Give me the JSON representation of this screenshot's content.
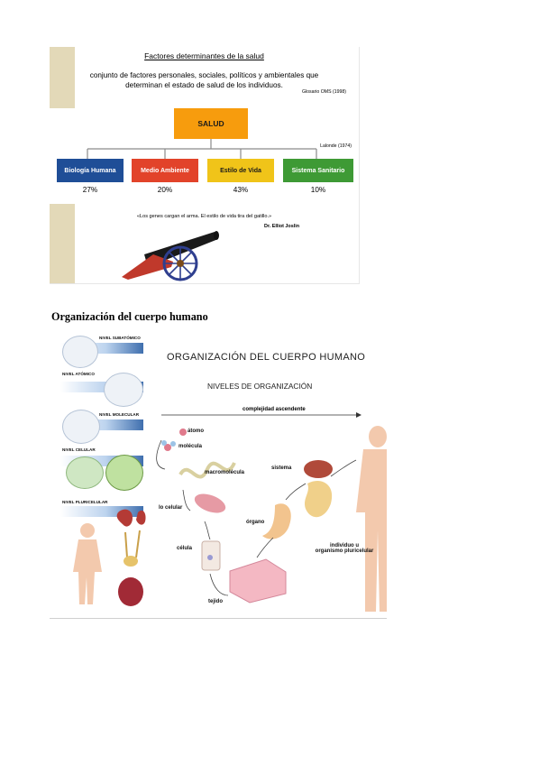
{
  "slide1": {
    "title": "Factores determinantes de la salud",
    "definition_line1": "conjunto de factores personales, sociales, políticos y ambientales que",
    "definition_line2": "determinan el estado de salud de los individuos.",
    "source": "Glosario OMS (1998)",
    "center": "SALUD",
    "model_source": "Lalonde (1974)",
    "categories": [
      {
        "label": "Biología Humana",
        "percent": "27%",
        "color": "#1f4e97"
      },
      {
        "label": "Medio Ambiente",
        "percent": "20%",
        "color": "#e2432a"
      },
      {
        "label": "Estilo de Vida",
        "percent": "43%",
        "color": "#f0c419"
      },
      {
        "label": "Sistema Sanitario",
        "percent": "10%",
        "color": "#3e9a35"
      }
    ],
    "quote": "«Los genes cargan el arma. El estilo de vida tira del gatillo.»",
    "quote_author": "Dr. Elliot Joslin",
    "colors": {
      "salud": "#f79c0d",
      "side_band": "#e3d9b8",
      "cannon": "#1a1a1a",
      "wheel": "#2f3f8f",
      "carriage": "#c0392b"
    }
  },
  "heading": "Organización del cuerpo humano",
  "slide2": {
    "title": "ORGANIZACIÓN DEL CUERPO HUMANO",
    "subtitle": "NIVELES DE ORGANIZACIÓN",
    "axis": "complejidad ascendente",
    "levels": [
      "NIVEL SUBATÓMICO",
      "NIVEL ATÓMICO",
      "NIVEL MOLECULAR",
      "NIVEL CELULAR",
      "NIVEL PLURICELULAR"
    ],
    "stages": {
      "atomo": "átomo",
      "molecula": "molécula",
      "macromolecula": "macromolécula",
      "organulo": "lo celular",
      "celula": "célula",
      "tejido": "tejido",
      "organo": "órgano",
      "sistema": "sistema",
      "individuo1": "individuo u",
      "individuo2": "organismo pluricelular"
    }
  }
}
